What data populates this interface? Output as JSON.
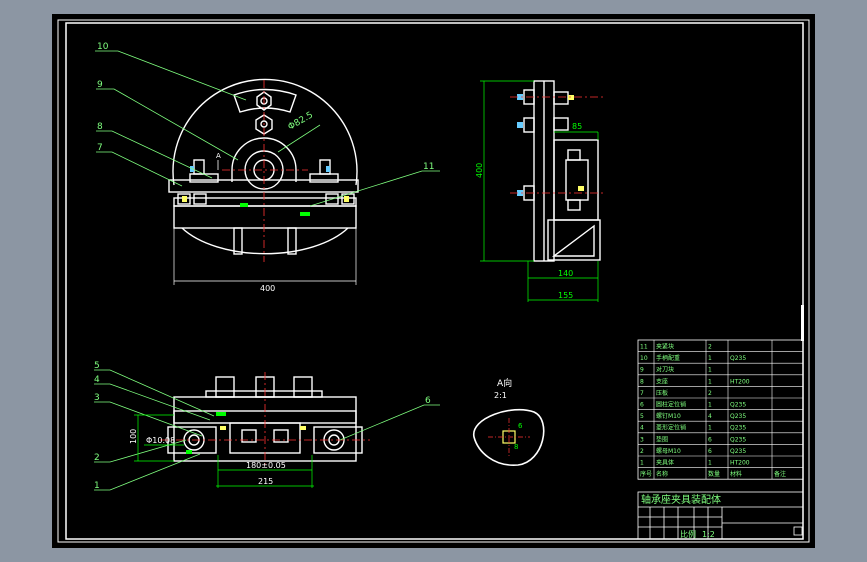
{
  "colors": {
    "background": "#8c96a3",
    "sheet": "#000000",
    "line": "#ffffff",
    "dimension": "#00ff00",
    "leader": "#7fff7f",
    "center": "#ff3333",
    "yellow": "#ffff66"
  },
  "views": {
    "front": {
      "balloons": [
        "10",
        "9",
        "8",
        "7",
        "11"
      ],
      "dims": {
        "width": "400",
        "dia": "Φ82.5",
        "view_arrow": "A"
      }
    },
    "side": {
      "dims": {
        "height": "400",
        "top": "85",
        "base1": "140",
        "base2": "155"
      }
    },
    "top": {
      "balloons": [
        "5",
        "4",
        "3",
        "2",
        "1",
        "6"
      ],
      "dims": {
        "h": "100",
        "dia": "Φ10.08",
        "center": "180±0.05",
        "overall": "215"
      }
    },
    "detail": {
      "title": "A向",
      "scale": "2:1",
      "dim_a": "6",
      "dim_b": "8"
    }
  },
  "bom": {
    "rows": [
      {
        "no": "11",
        "name": "夹紧块",
        "qty": "2",
        "material": "",
        "note": ""
      },
      {
        "no": "10",
        "name": "手柄配重",
        "qty": "1",
        "material": "Q235",
        "note": ""
      },
      {
        "no": "9",
        "name": "对刀块",
        "qty": "1",
        "material": "",
        "note": ""
      },
      {
        "no": "8",
        "name": "支座",
        "qty": "1",
        "material": "HT200",
        "note": ""
      },
      {
        "no": "7",
        "name": "压板",
        "qty": "2",
        "material": "",
        "note": ""
      },
      {
        "no": "6",
        "name": "圆柱定位销",
        "qty": "1",
        "material": "Q235",
        "note": ""
      },
      {
        "no": "5",
        "name": "螺钉M10",
        "qty": "4",
        "material": "Q235",
        "note": ""
      },
      {
        "no": "4",
        "name": "菱形定位销",
        "qty": "1",
        "material": "Q235",
        "note": ""
      },
      {
        "no": "3",
        "name": "垫圈",
        "qty": "6",
        "material": "Q235",
        "note": ""
      },
      {
        "no": "2",
        "name": "螺母M10",
        "qty": "6",
        "material": "Q235",
        "note": ""
      },
      {
        "no": "1",
        "name": "夹具体",
        "qty": "1",
        "material": "HT200",
        "note": ""
      }
    ],
    "header": {
      "no": "序号",
      "name": "名称",
      "qty": "数量",
      "material": "材料",
      "note": "备注"
    }
  },
  "title_block": {
    "drawing_title": "轴承座夹具装配体",
    "scale_label": "比例",
    "scale_value": "1:2"
  }
}
